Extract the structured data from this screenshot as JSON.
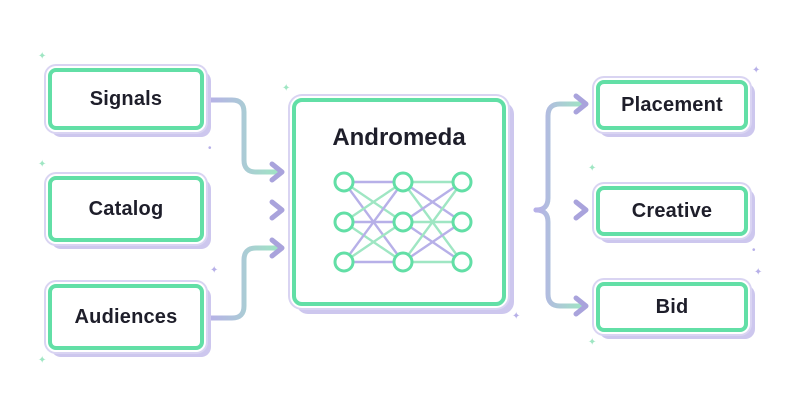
{
  "inputs": [
    {
      "label": "Signals"
    },
    {
      "label": "Catalog"
    },
    {
      "label": "Audiences"
    }
  ],
  "center": {
    "title": "Andromeda"
  },
  "outputs": [
    {
      "label": "Placement"
    },
    {
      "label": "Creative"
    },
    {
      "label": "Bid"
    }
  ],
  "colors": {
    "green": "#62dfa6",
    "lavender": "#b7b0e8",
    "arrow": "#a9a3dc",
    "text": "#1e1e2a"
  },
  "icons": [
    "neural-network-icon",
    "sparkle-icon"
  ]
}
